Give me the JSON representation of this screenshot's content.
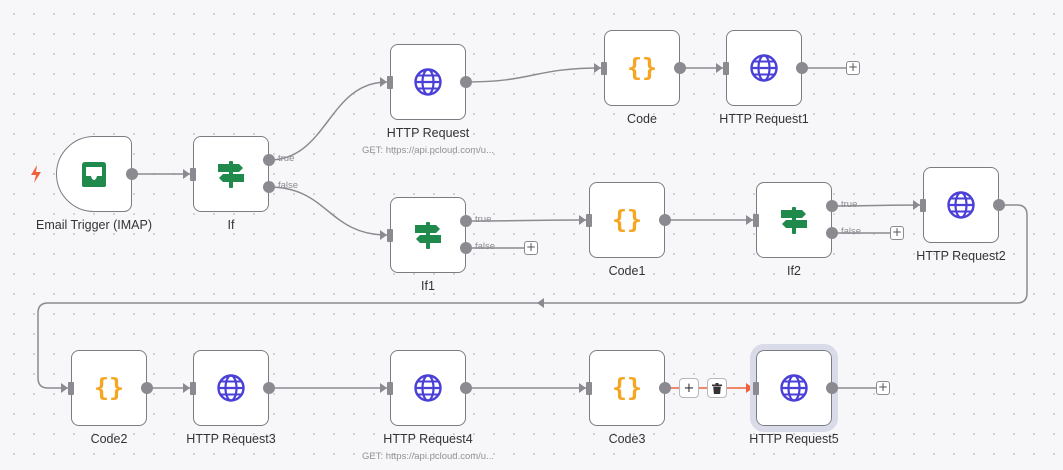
{
  "canvas": {
    "accent": "#f0613b",
    "edge_color": "#8a8a90"
  },
  "nodes": [
    {
      "id": "email_trigger",
      "label": "Email Trigger (IMAP)",
      "icon": "inbox-icon",
      "type": "trigger"
    },
    {
      "id": "if",
      "label": "If",
      "icon": "signpost-icon",
      "type": "if"
    },
    {
      "id": "http_request",
      "label": "HTTP Request",
      "sublabel": "GET: https://api.pcloud.com/u...",
      "icon": "globe-icon",
      "type": "http"
    },
    {
      "id": "code",
      "label": "Code",
      "icon": "braces-icon",
      "type": "code"
    },
    {
      "id": "http_request1",
      "label": "HTTP Request1",
      "icon": "globe-icon",
      "type": "http"
    },
    {
      "id": "if1",
      "label": "If1",
      "icon": "signpost-icon",
      "type": "if"
    },
    {
      "id": "code1",
      "label": "Code1",
      "icon": "braces-icon",
      "type": "code"
    },
    {
      "id": "if2",
      "label": "If2",
      "icon": "signpost-icon",
      "type": "if"
    },
    {
      "id": "http_request2",
      "label": "HTTP Request2",
      "icon": "globe-icon",
      "type": "http"
    },
    {
      "id": "code2",
      "label": "Code2",
      "icon": "braces-icon",
      "type": "code"
    },
    {
      "id": "http_request3",
      "label": "HTTP Request3",
      "icon": "globe-icon",
      "type": "http"
    },
    {
      "id": "http_request4",
      "label": "HTTP Request4",
      "sublabel": "GET: https://api.pcloud.com/u...",
      "icon": "globe-icon",
      "type": "http"
    },
    {
      "id": "code3",
      "label": "Code3",
      "icon": "braces-icon",
      "type": "code"
    },
    {
      "id": "http_request5",
      "label": "HTTP Request5",
      "icon": "globe-icon",
      "type": "http",
      "selected": true
    }
  ],
  "branch_labels": {
    "true": "true",
    "false": "false"
  },
  "connections": [
    {
      "from": "email_trigger",
      "to": "if"
    },
    {
      "from": "if",
      "branch": "true",
      "to": "http_request"
    },
    {
      "from": "if",
      "branch": "false",
      "to": "if1"
    },
    {
      "from": "http_request",
      "to": "code"
    },
    {
      "from": "code",
      "to": "http_request1"
    },
    {
      "from": "if1",
      "branch": "true",
      "to": "code1"
    },
    {
      "from": "code1",
      "to": "if2"
    },
    {
      "from": "if2",
      "branch": "true",
      "to": "http_request2"
    },
    {
      "from": "http_request2",
      "to": "code2"
    },
    {
      "from": "code2",
      "to": "http_request3"
    },
    {
      "from": "http_request3",
      "to": "http_request4"
    },
    {
      "from": "http_request4",
      "to": "code3"
    },
    {
      "from": "code3",
      "to": "http_request5",
      "hovered": true
    }
  ],
  "edge_toolbar": {
    "add_symbol": "+",
    "delete_icon": "trash-icon"
  },
  "open_outputs": [
    {
      "node": "http_request1"
    },
    {
      "node": "if1",
      "branch": "false"
    },
    {
      "node": "if2",
      "branch": "false"
    },
    {
      "node": "http_request5"
    }
  ],
  "add_symbol": "+"
}
